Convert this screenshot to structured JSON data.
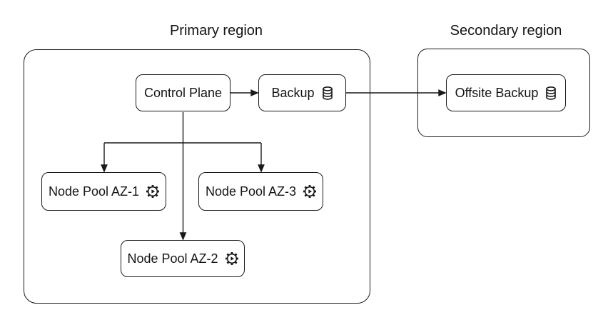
{
  "diagram": {
    "background_color": "#ffffff",
    "stroke_color": "#1a1a1a",
    "text_color": "#141414",
    "regions": [
      {
        "id": "primary",
        "title": "Primary region"
      },
      {
        "id": "secondary",
        "title": "Secondary region"
      }
    ],
    "nodes": [
      {
        "id": "control-plane",
        "label": "Control Plane",
        "icon": null,
        "region": "primary"
      },
      {
        "id": "backup",
        "label": "Backup",
        "icon": "database-icon",
        "region": "primary"
      },
      {
        "id": "offsite-backup",
        "label": "Offsite Backup",
        "icon": "database-icon",
        "region": "secondary"
      },
      {
        "id": "node-pool-az1",
        "label": "Node Pool AZ-1",
        "icon": "gear-icon",
        "region": "primary"
      },
      {
        "id": "node-pool-az3",
        "label": "Node Pool AZ-3",
        "icon": "gear-icon",
        "region": "primary"
      },
      {
        "id": "node-pool-az2",
        "label": "Node Pool AZ-2",
        "icon": "gear-icon",
        "region": "primary"
      }
    ],
    "edges": [
      {
        "from": "control-plane",
        "to": "backup"
      },
      {
        "from": "backup",
        "to": "offsite-backup"
      },
      {
        "from": "control-plane",
        "to": "node-pool-az1"
      },
      {
        "from": "control-plane",
        "to": "node-pool-az2"
      },
      {
        "from": "control-plane",
        "to": "node-pool-az3"
      }
    ]
  }
}
